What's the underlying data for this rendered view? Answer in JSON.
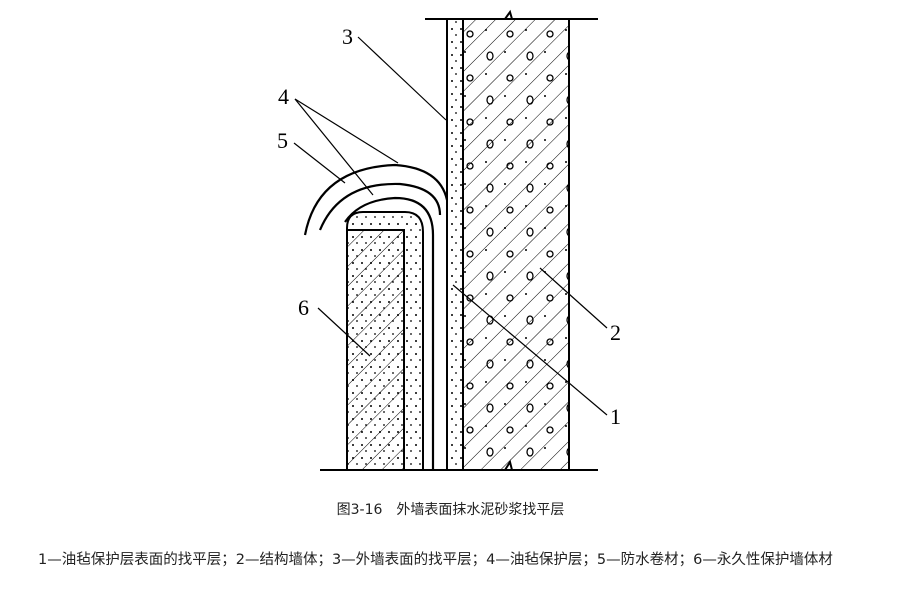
{
  "figure": {
    "labels": [
      "1",
      "2",
      "3",
      "4",
      "5",
      "6"
    ],
    "caption": "图3-16　外墙表面抹水泥砂浆找平层",
    "legend": "1—油毡保护层表面的找平层；2—结构墙体；3—外墙表面的找平层；4—油毡保护层；5—防水卷材；6—永久性保护墙体材"
  }
}
